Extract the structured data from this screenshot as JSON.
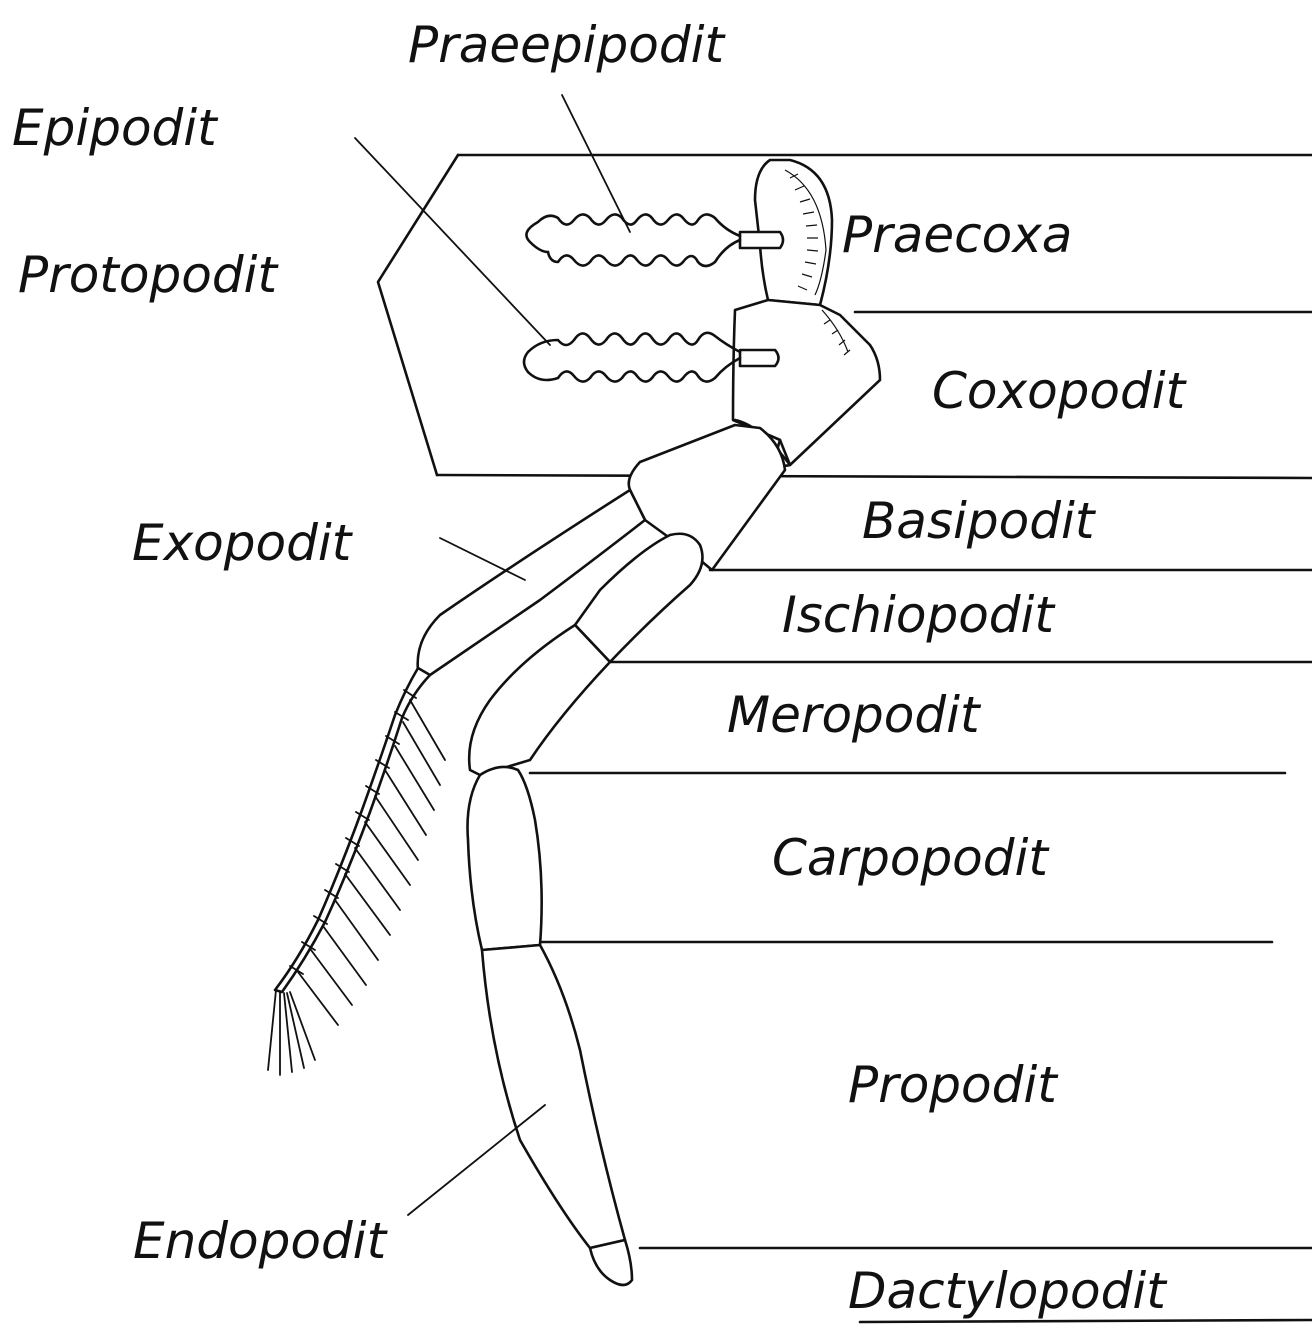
{
  "labels": {
    "praeepipodit": "Praeepipodit",
    "epipodit": "Epipodit",
    "protopodit": "Protopodit",
    "praecoxa": "Praecoxa",
    "coxopodit": "Coxopodit",
    "basipodit": "Basipodit",
    "exopodit": "Exopodit",
    "ischiopodit": "Ischiopodit",
    "meropodit": "Meropodit",
    "carpopodit": "Carpopodit",
    "propodit": "Propodit",
    "endopodit": "Endopodit",
    "dactylopodit": "Dactylopodit"
  },
  "colors": {
    "ink": "#111111",
    "paper": "#ffffff"
  }
}
